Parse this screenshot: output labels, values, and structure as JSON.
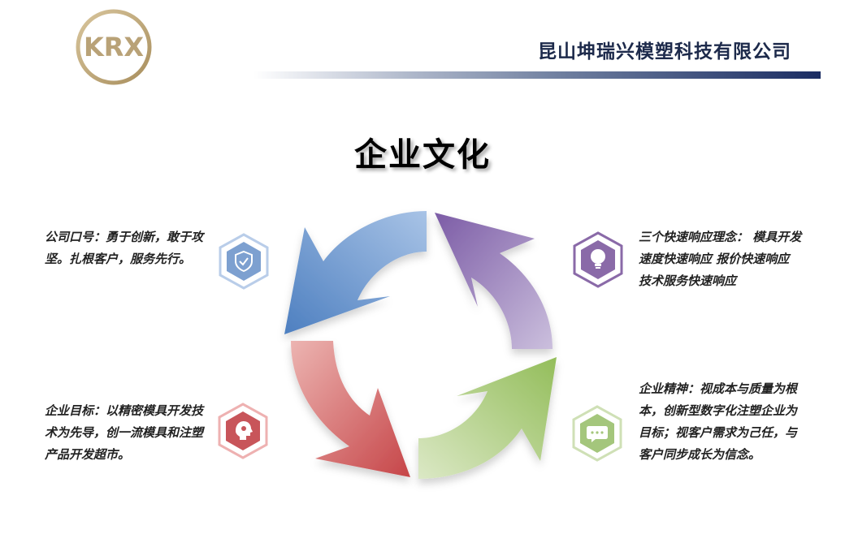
{
  "logo": {
    "text": "KRX",
    "color": "#b9a277"
  },
  "header": {
    "company_name": "昆山坤瑞兴模塑科技有限公司"
  },
  "page": {
    "title": "企业文化"
  },
  "items": {
    "slogan": {
      "text": "公司口号：勇于创新，敢于攻坚。扎根客户，服务先行。",
      "icon": "shield-check-icon",
      "color": "#7da0d0"
    },
    "philosophy": {
      "text": "三个快速响应理念： 模具开发速度快速响应 报价快速响应 技术服务快速响应",
      "icon": "lightbulb-icon",
      "color": "#8a6aa8"
    },
    "goal": {
      "text": "企业目标：以精密模具开发技术为先导，创一流模具和注塑产品开发超市。",
      "icon": "brain-gear-icon",
      "color": "#c8555a"
    },
    "spirit": {
      "text": "企业精神：视成本与质量为根本，创新型数字化注塑企业为目标；视客户需求为己任，与客户同步成长为信念。",
      "icon": "chat-bubble-icon",
      "color": "#a4c67c"
    }
  }
}
